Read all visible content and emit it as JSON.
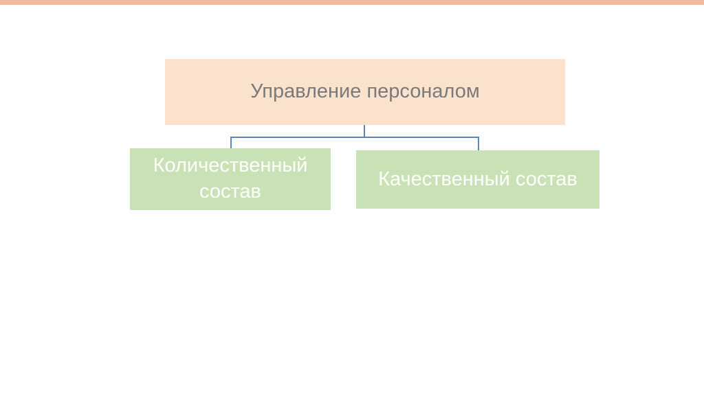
{
  "slide": {
    "background": "#FFFFFF",
    "top_bar_color": "#F3BA9D"
  },
  "diagram": {
    "connector_color": "#5B83B5",
    "root": {
      "label": "Управление персоналом",
      "fill": "#FAE2CD",
      "text_color": "#7A7A7A"
    },
    "children": [
      {
        "label": "Количественный состав",
        "fill": "#C8E2B5",
        "text_color": "#FFFFFF"
      },
      {
        "label": "Качественный состав",
        "fill": "#C8E2B5",
        "text_color": "#FFFFFF"
      }
    ]
  }
}
